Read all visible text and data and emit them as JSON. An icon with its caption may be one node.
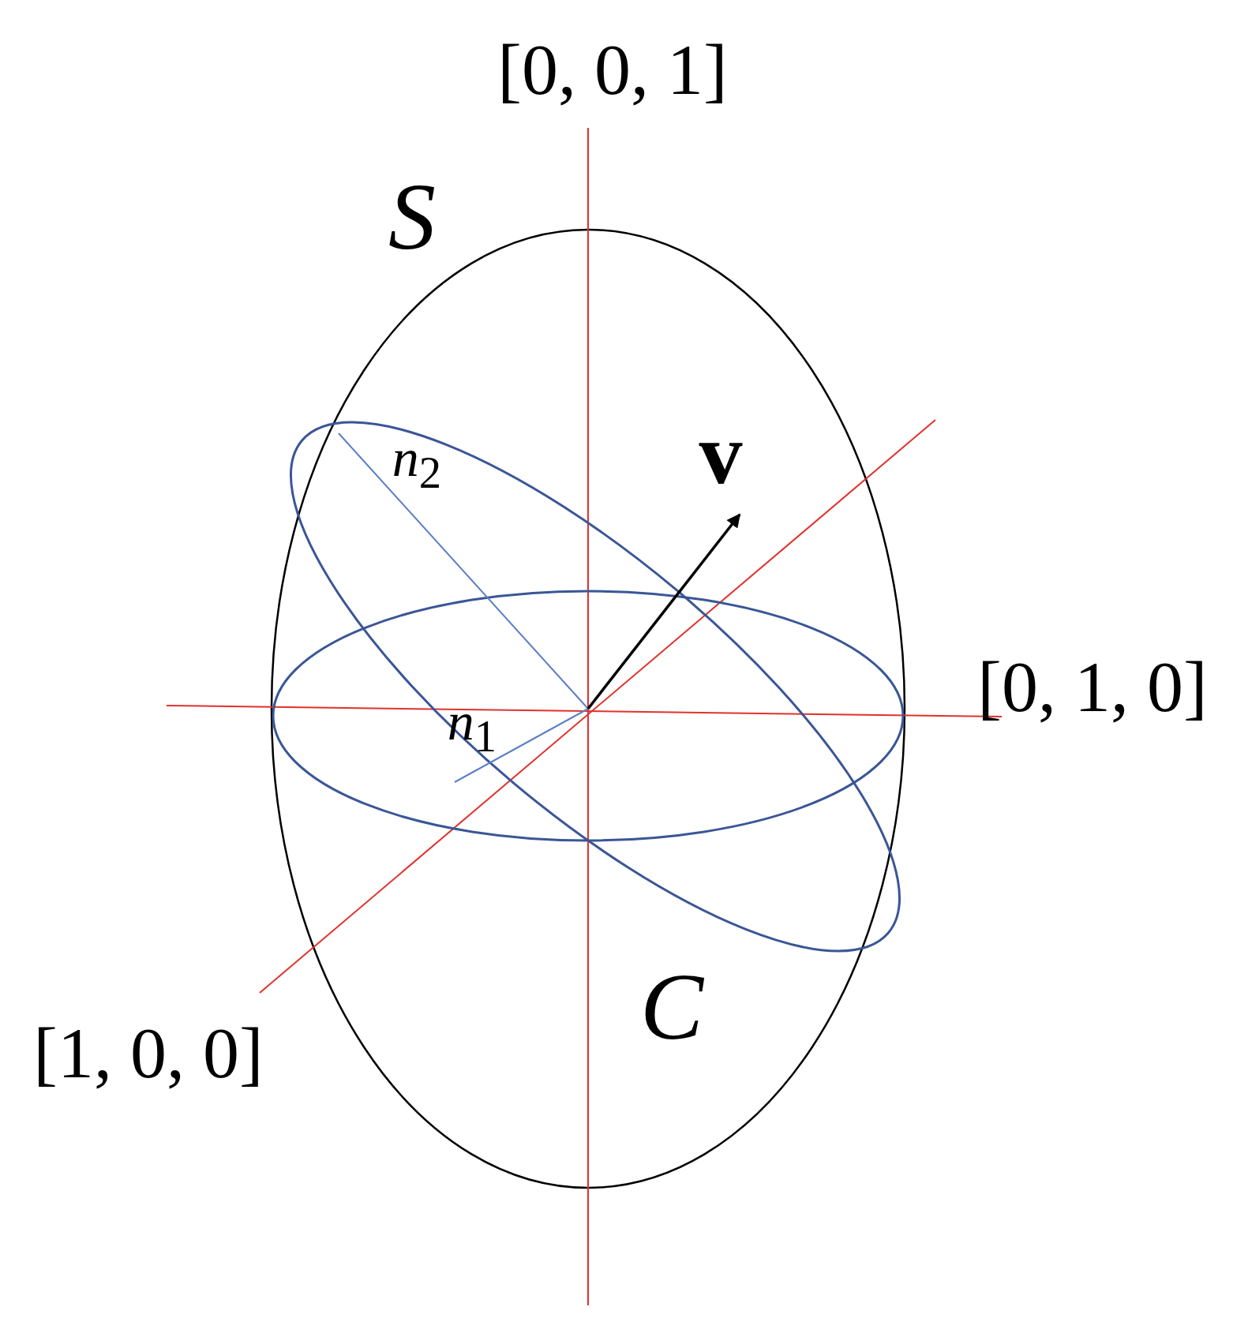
{
  "diagram": {
    "labels": [
      "[0, 0, 1]",
      "S",
      "v",
      "*n*$_{2}$",
      "[0, 1, 0]",
      "*n*$_{1}$",
      "[1, 0, 0]",
      "C"
    ]
  }
}
